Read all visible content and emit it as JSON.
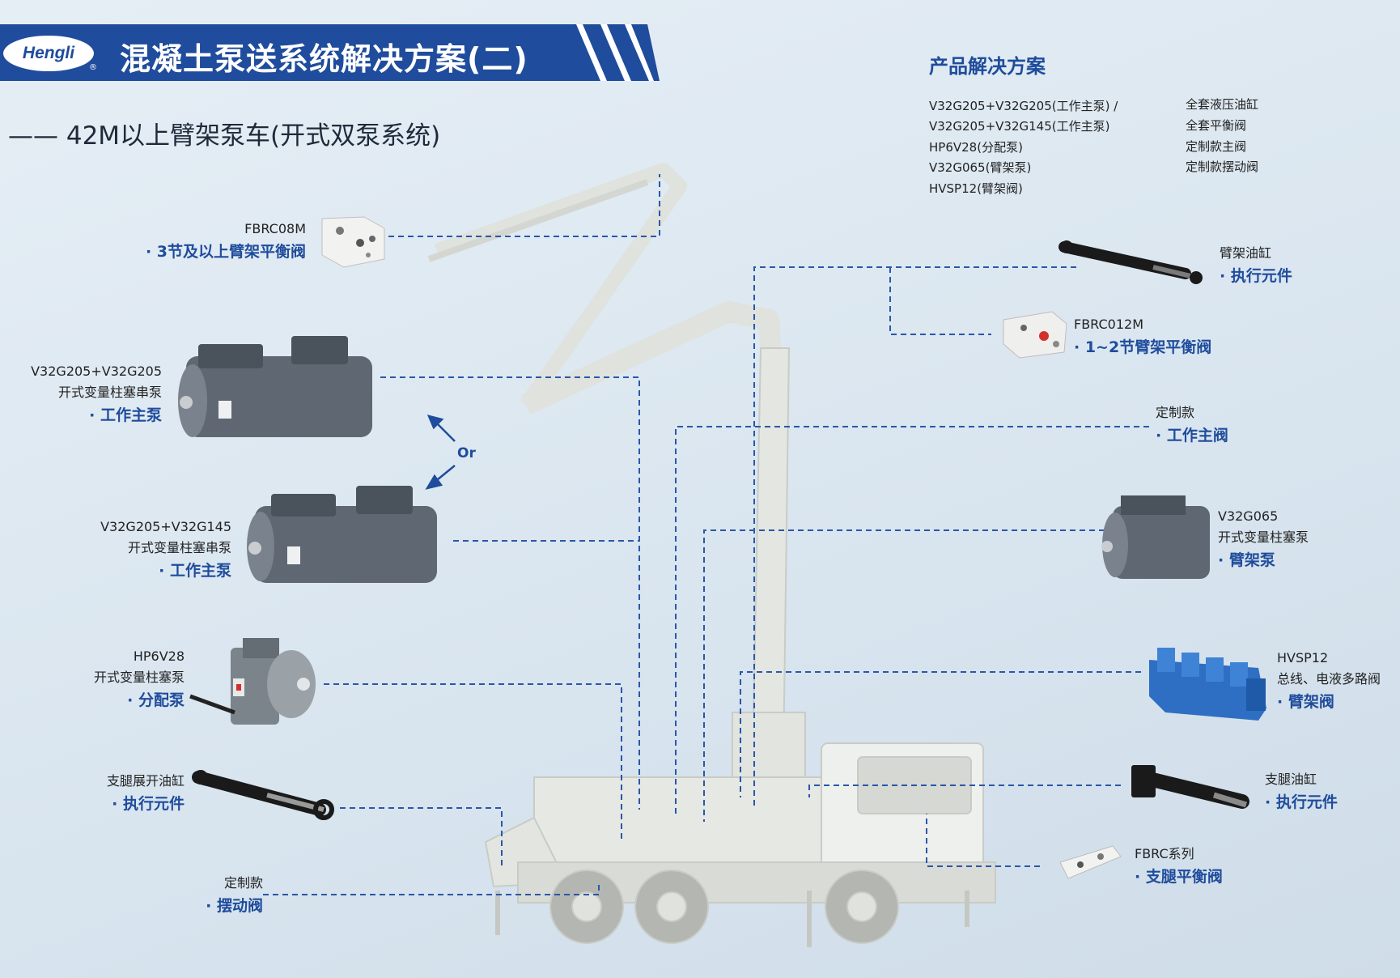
{
  "header": {
    "logo_text": "Hengli",
    "logo_mark": "®",
    "title": "混凝土泵送系统解决方案(二)",
    "subtitle": "—— 42M以上臂架泵车(开式双泵系统)"
  },
  "solutions": {
    "title": "产品解决方案",
    "col1": [
      "V32G205+V32G205(工作主泵) /",
      "V32G205+V32G145(工作主泵)",
      "HP6V28(分配泵)",
      "V32G065(臂架泵)",
      "HVSP12(臂架阀)"
    ],
    "col2": [
      "全套液压油缸",
      "全套平衡阀",
      "定制款主阀",
      "定制款摆动阀"
    ]
  },
  "or_label": "Or",
  "left": {
    "fbrc08m": {
      "model": "FBRC08M",
      "role": "· 3节及以上臂架平衡阀"
    },
    "pump1": {
      "model": "V32G205+V32G205",
      "desc": "开式变量柱塞串泵",
      "role": "· 工作主泵"
    },
    "pump2": {
      "model": "V32G205+V32G145",
      "desc": "开式变量柱塞串泵",
      "role": "· 工作主泵"
    },
    "hp6v28": {
      "model": "HP6V28",
      "desc": "开式变量柱塞泵",
      "role": "· 分配泵"
    },
    "outrigger_ext": {
      "desc": "支腿展开油缸",
      "role": "· 执行元件"
    },
    "swing": {
      "desc": "定制款",
      "role": "· 摆动阀"
    }
  },
  "right": {
    "boom_cyl": {
      "desc": "臂架油缸",
      "role": "· 执行元件"
    },
    "fbrc012m": {
      "model": "FBRC012M",
      "role": "· 1~2节臂架平衡阀"
    },
    "main_valve": {
      "desc": "定制款",
      "role": "· 工作主阀"
    },
    "v32g065": {
      "model": "V32G065",
      "desc": "开式变量柱塞泵",
      "role": "· 臂架泵"
    },
    "hvsp12": {
      "model": "HVSP12",
      "desc": "总线、电液多路阀",
      "role": "· 臂架阀"
    },
    "outrigger_cyl": {
      "desc": "支腿油缸",
      "role": "· 执行元件"
    },
    "fbrc_series": {
      "model": "FBRC系列",
      "role": "· 支腿平衡阀"
    }
  },
  "colors": {
    "brand_blue": "#1f4c9c",
    "line_blue": "#2a57a8",
    "truck": "#e8ebe7",
    "pump_gray": "#5d6670",
    "valve_blue": "#2e6fc4"
  }
}
